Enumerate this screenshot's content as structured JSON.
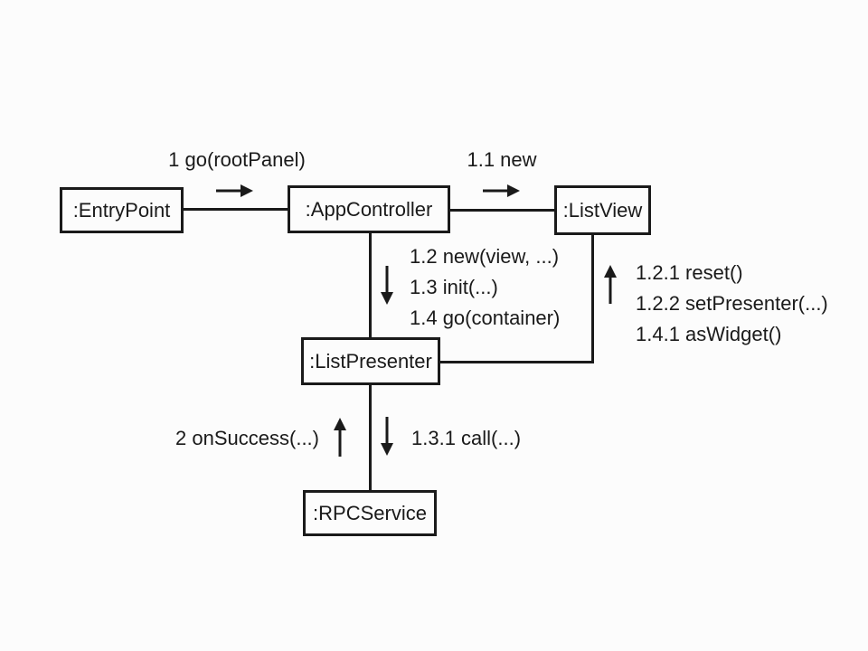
{
  "diagram": {
    "kind": "uml-communication-diagram",
    "colors": {
      "ink": "#1a1a1a",
      "background": "#fcfcfc"
    },
    "nodes": [
      {
        "label": ":EntryPoint"
      },
      {
        "label": ":AppController"
      },
      {
        "label": ":ListView"
      },
      {
        "label": ":ListPresenter"
      },
      {
        "label": ":RPCService"
      }
    ],
    "links": [
      {
        "from": ":EntryPoint",
        "to": ":AppController"
      },
      {
        "from": ":AppController",
        "to": ":ListView"
      },
      {
        "from": ":AppController",
        "to": ":ListPresenter"
      },
      {
        "from": ":ListView",
        "to": ":ListPresenter"
      },
      {
        "from": ":ListPresenter",
        "to": ":RPCService"
      }
    ],
    "messages": [
      {
        "label": "1 go(rootPanel)"
      },
      {
        "label": "1.1 new"
      },
      {
        "label": "1.2 new(view, ...)"
      },
      {
        "label": "1.3 init(...)"
      },
      {
        "label": "1.4 go(container)"
      },
      {
        "label": "1.2.1 reset()"
      },
      {
        "label": "1.2.2 setPresenter(...)"
      },
      {
        "label": "1.4.1 asWidget()"
      },
      {
        "label": "2 onSuccess(...)"
      },
      {
        "label": "1.3.1 call(...)"
      }
    ]
  }
}
